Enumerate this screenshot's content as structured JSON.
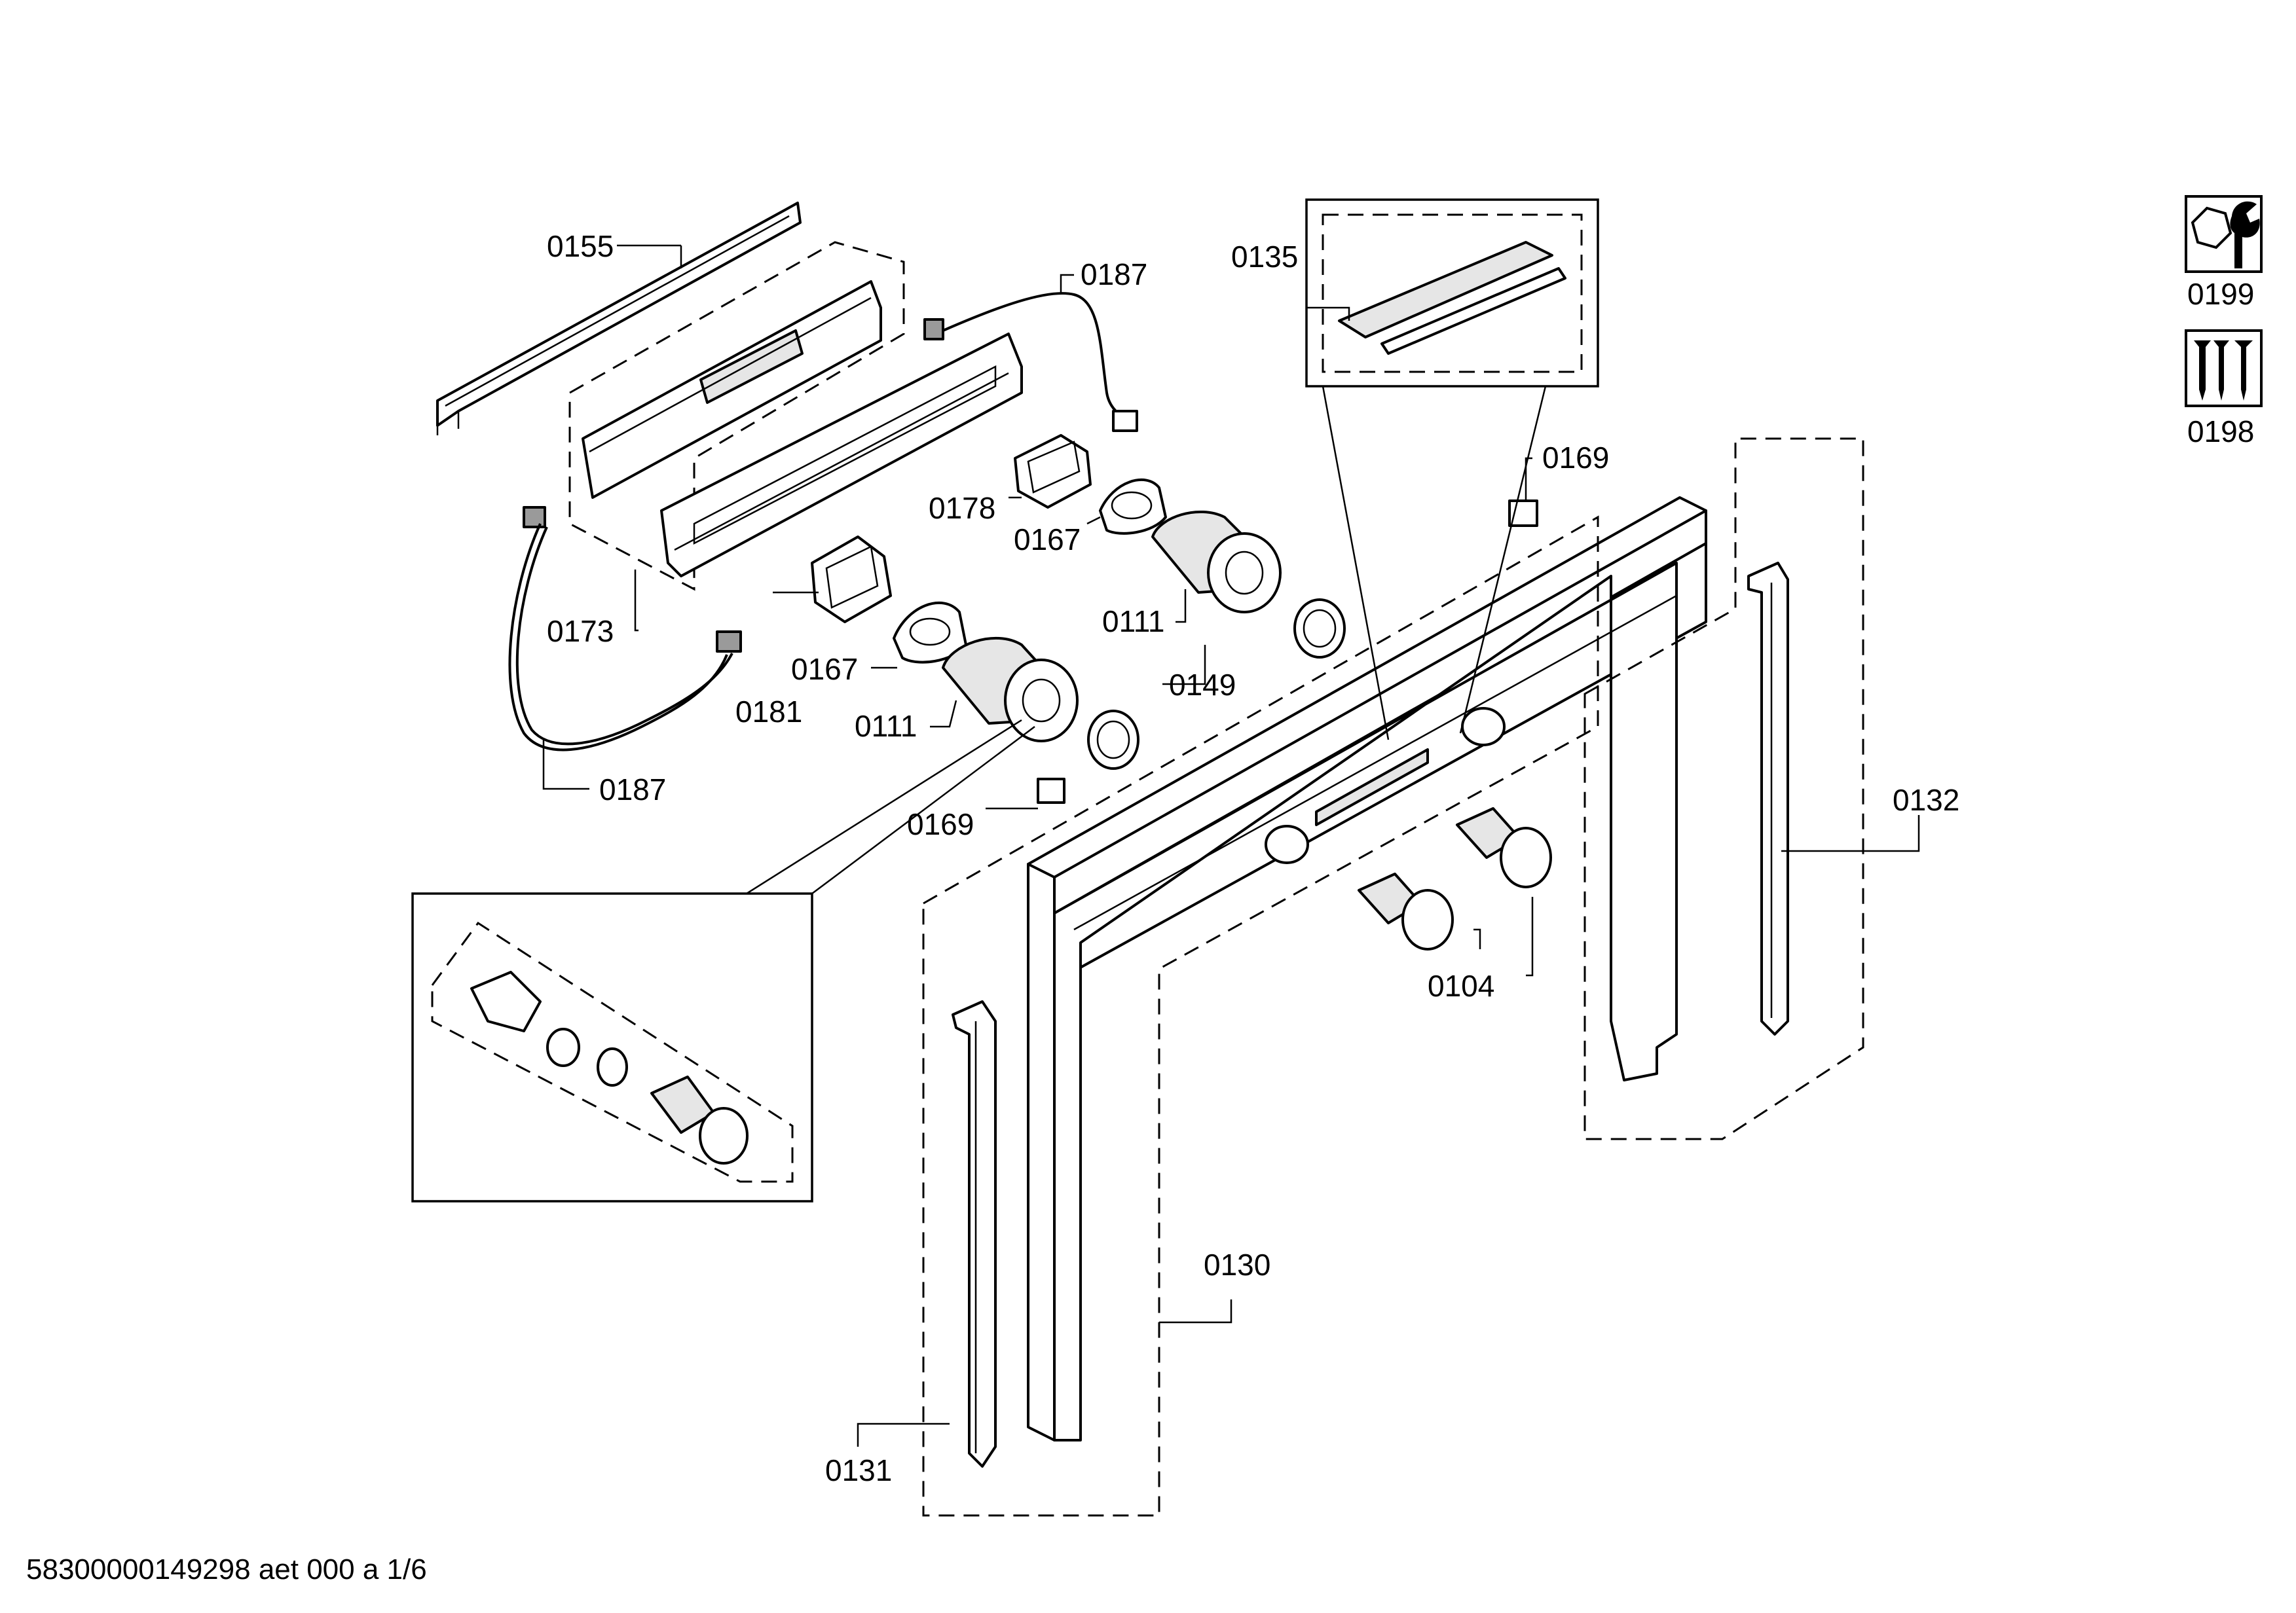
{
  "labels": {
    "l0155": "0155",
    "l0187a": "0187",
    "l0135": "0135",
    "l0169a": "0169",
    "l0178": "0178",
    "l0167a": "0167",
    "l0111a": "0111",
    "l0149": "0149",
    "l0173": "0173",
    "l0181": "0181",
    "l0167b": "0167",
    "l0111b": "0111",
    "l0187b": "0187",
    "l0169b": "0169",
    "l0132": "0132",
    "l0104": "0104",
    "l0130": "0130",
    "l0131": "0131",
    "l0199": "0199",
    "l0198": "0198"
  },
  "icons": {
    "tool": "wrench-nut-icon",
    "screws": "screws-icon"
  },
  "footer": {
    "doc_id": "58300000149298 aet 000 a 1/6"
  }
}
